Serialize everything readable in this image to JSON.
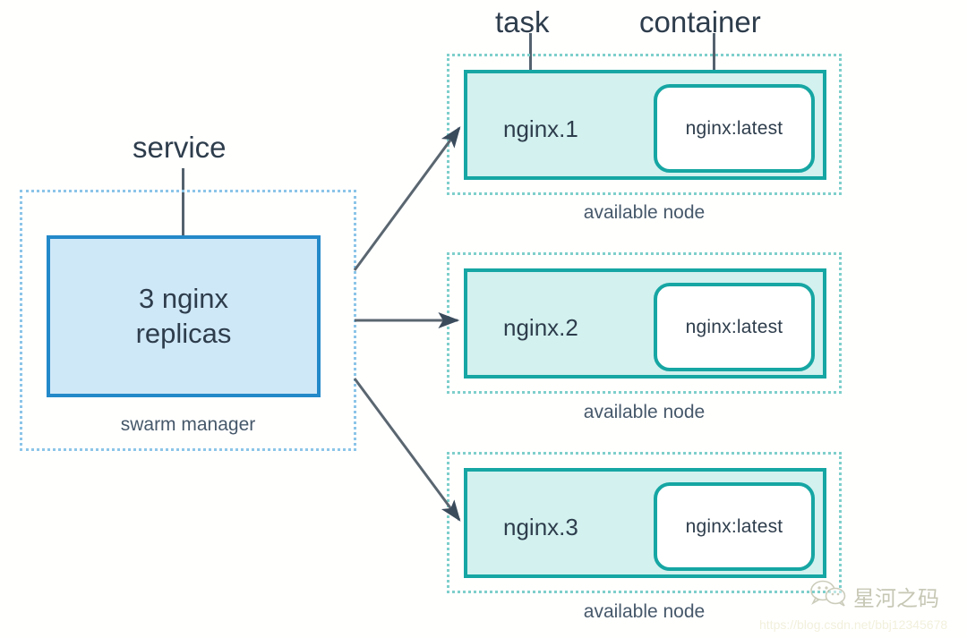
{
  "diagram": {
    "title": "Docker Swarm service / task / container diagram",
    "callouts": [
      {
        "label": "service",
        "name": "callout-service"
      },
      {
        "label": "task",
        "name": "callout-task"
      },
      {
        "label": "container",
        "name": "callout-container"
      }
    ],
    "manager": {
      "caption": "swarm manager",
      "box_line1": "3 nginx",
      "box_line2": "replicas",
      "border_color": "#2389c9",
      "fill_color": "#cfe8f8",
      "zone_border_color": "#8cc5e8"
    },
    "nodes": [
      {
        "task_name": "nginx.1",
        "container_image": "nginx:latest",
        "caption": "available node"
      },
      {
        "task_name": "nginx.2",
        "container_image": "nginx:latest",
        "caption": "available node"
      },
      {
        "task_name": "nginx.3",
        "container_image": "nginx:latest",
        "caption": "available node"
      }
    ],
    "node_style": {
      "border_color": "#16a6a3",
      "fill_color": "#d2f1ef",
      "zone_border_color": "#7ecfcb",
      "container_fill": "#ffffff"
    },
    "arrow_color": "#5a6670",
    "text_color": "#2e3d4c"
  },
  "watermark": {
    "account": "星河之码",
    "url": "https://blog.csdn.net/bbj12345678"
  }
}
